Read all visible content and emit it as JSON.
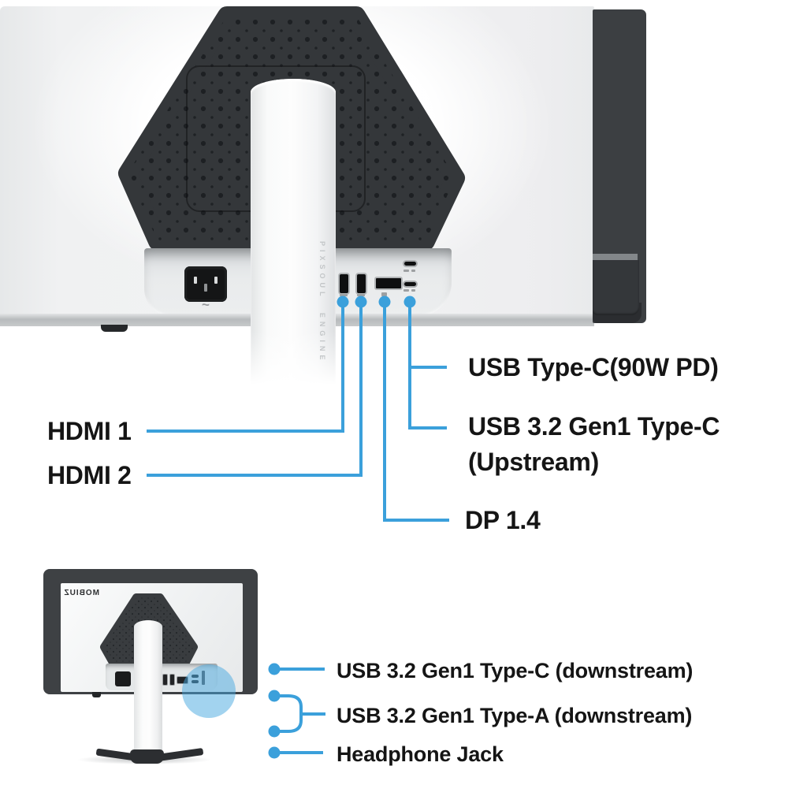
{
  "colors": {
    "accent_blue": "#3BA0DB",
    "highlight_circle_blue": "#8AC8EC",
    "label_text": "#151515",
    "panel_dark": "#34373A"
  },
  "top_view": {
    "stand_engraving": "PIXSOUL ENGINE",
    "power_inlet_symbol": "~",
    "callouts": {
      "hdmi1": {
        "label": "HDMI 1"
      },
      "hdmi2": {
        "label": "HDMI 2"
      },
      "dp": {
        "label": "DP 1.4"
      },
      "usb_type_c_pd": {
        "label": "USB Type-C(90W PD)"
      },
      "usb_type_c_upstream": {
        "label_line1": "USB 3.2 Gen1 Type-C",
        "label_line2": "(Upstream)"
      }
    }
  },
  "bottom_view": {
    "brand_logo": "MOBIUZ",
    "callouts": {
      "usb_type_c_downstream": {
        "label": "USB 3.2 Gen1 Type-C (downstream)"
      },
      "usb_type_a_downstream": {
        "label": "USB 3.2 Gen1 Type-A (downstream)"
      },
      "headphone_jack": {
        "label": "Headphone Jack"
      }
    }
  }
}
